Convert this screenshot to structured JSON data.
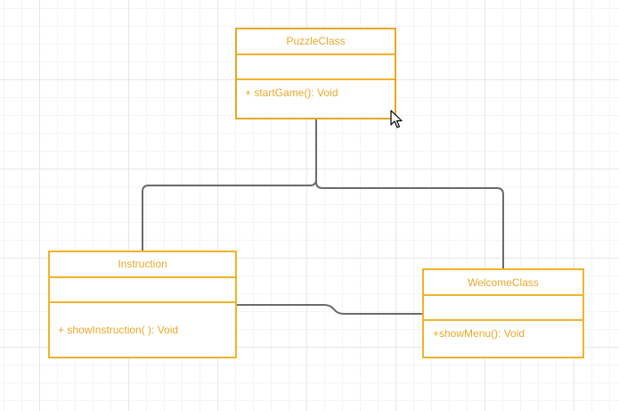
{
  "diagram": {
    "classes": [
      {
        "id": "puzzle",
        "name": "PuzzleClass",
        "attributes": "",
        "methods": "+ startGame(): Void"
      },
      {
        "id": "instruction",
        "name": "Instruction",
        "attributes": "",
        "methods": "+ showInstruction(  ): Void"
      },
      {
        "id": "welcome",
        "name": "WelcomeClass",
        "attributes": "",
        "methods": "+showMenu(): Void"
      }
    ],
    "connectors": [
      {
        "from": "PuzzleClass",
        "to": "Instruction"
      },
      {
        "from": "PuzzleClass",
        "to": "WelcomeClass"
      },
      {
        "from": "Instruction",
        "to": "WelcomeClass"
      }
    ]
  },
  "colors": {
    "class_border": "#f0b429",
    "class_text": "#e8a82a",
    "connector": "#6b6b6b",
    "grid": "#e6e6e6"
  },
  "cursor": {
    "icon": "mouse-pointer-icon"
  }
}
